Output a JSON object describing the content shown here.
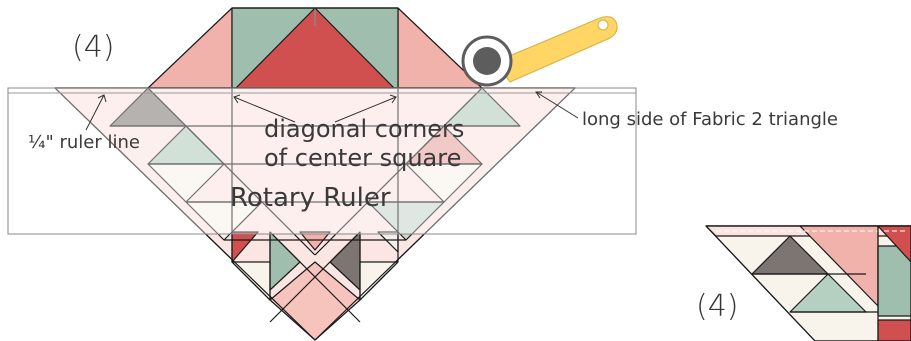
{
  "step_label_main": "(4)",
  "step_label_inset": "(4)",
  "labels": {
    "ruler_line": "¼\" ruler line",
    "diagonal_line1": "diagonal corners",
    "diagonal_line2": "of center square",
    "long_side": "long side of Fabric 2 triangle",
    "ruler": "Rotary Ruler"
  },
  "colors": {
    "dark_red": "#d05050",
    "sage": "#9fbeae",
    "pink": "#f0b2aa",
    "light_pink": "#fad7d3",
    "cream": "#f8f4ec",
    "gray": "#7d7571",
    "cutter_yellow": "#ffd666",
    "cutter_gray": "#5d5d5d"
  }
}
